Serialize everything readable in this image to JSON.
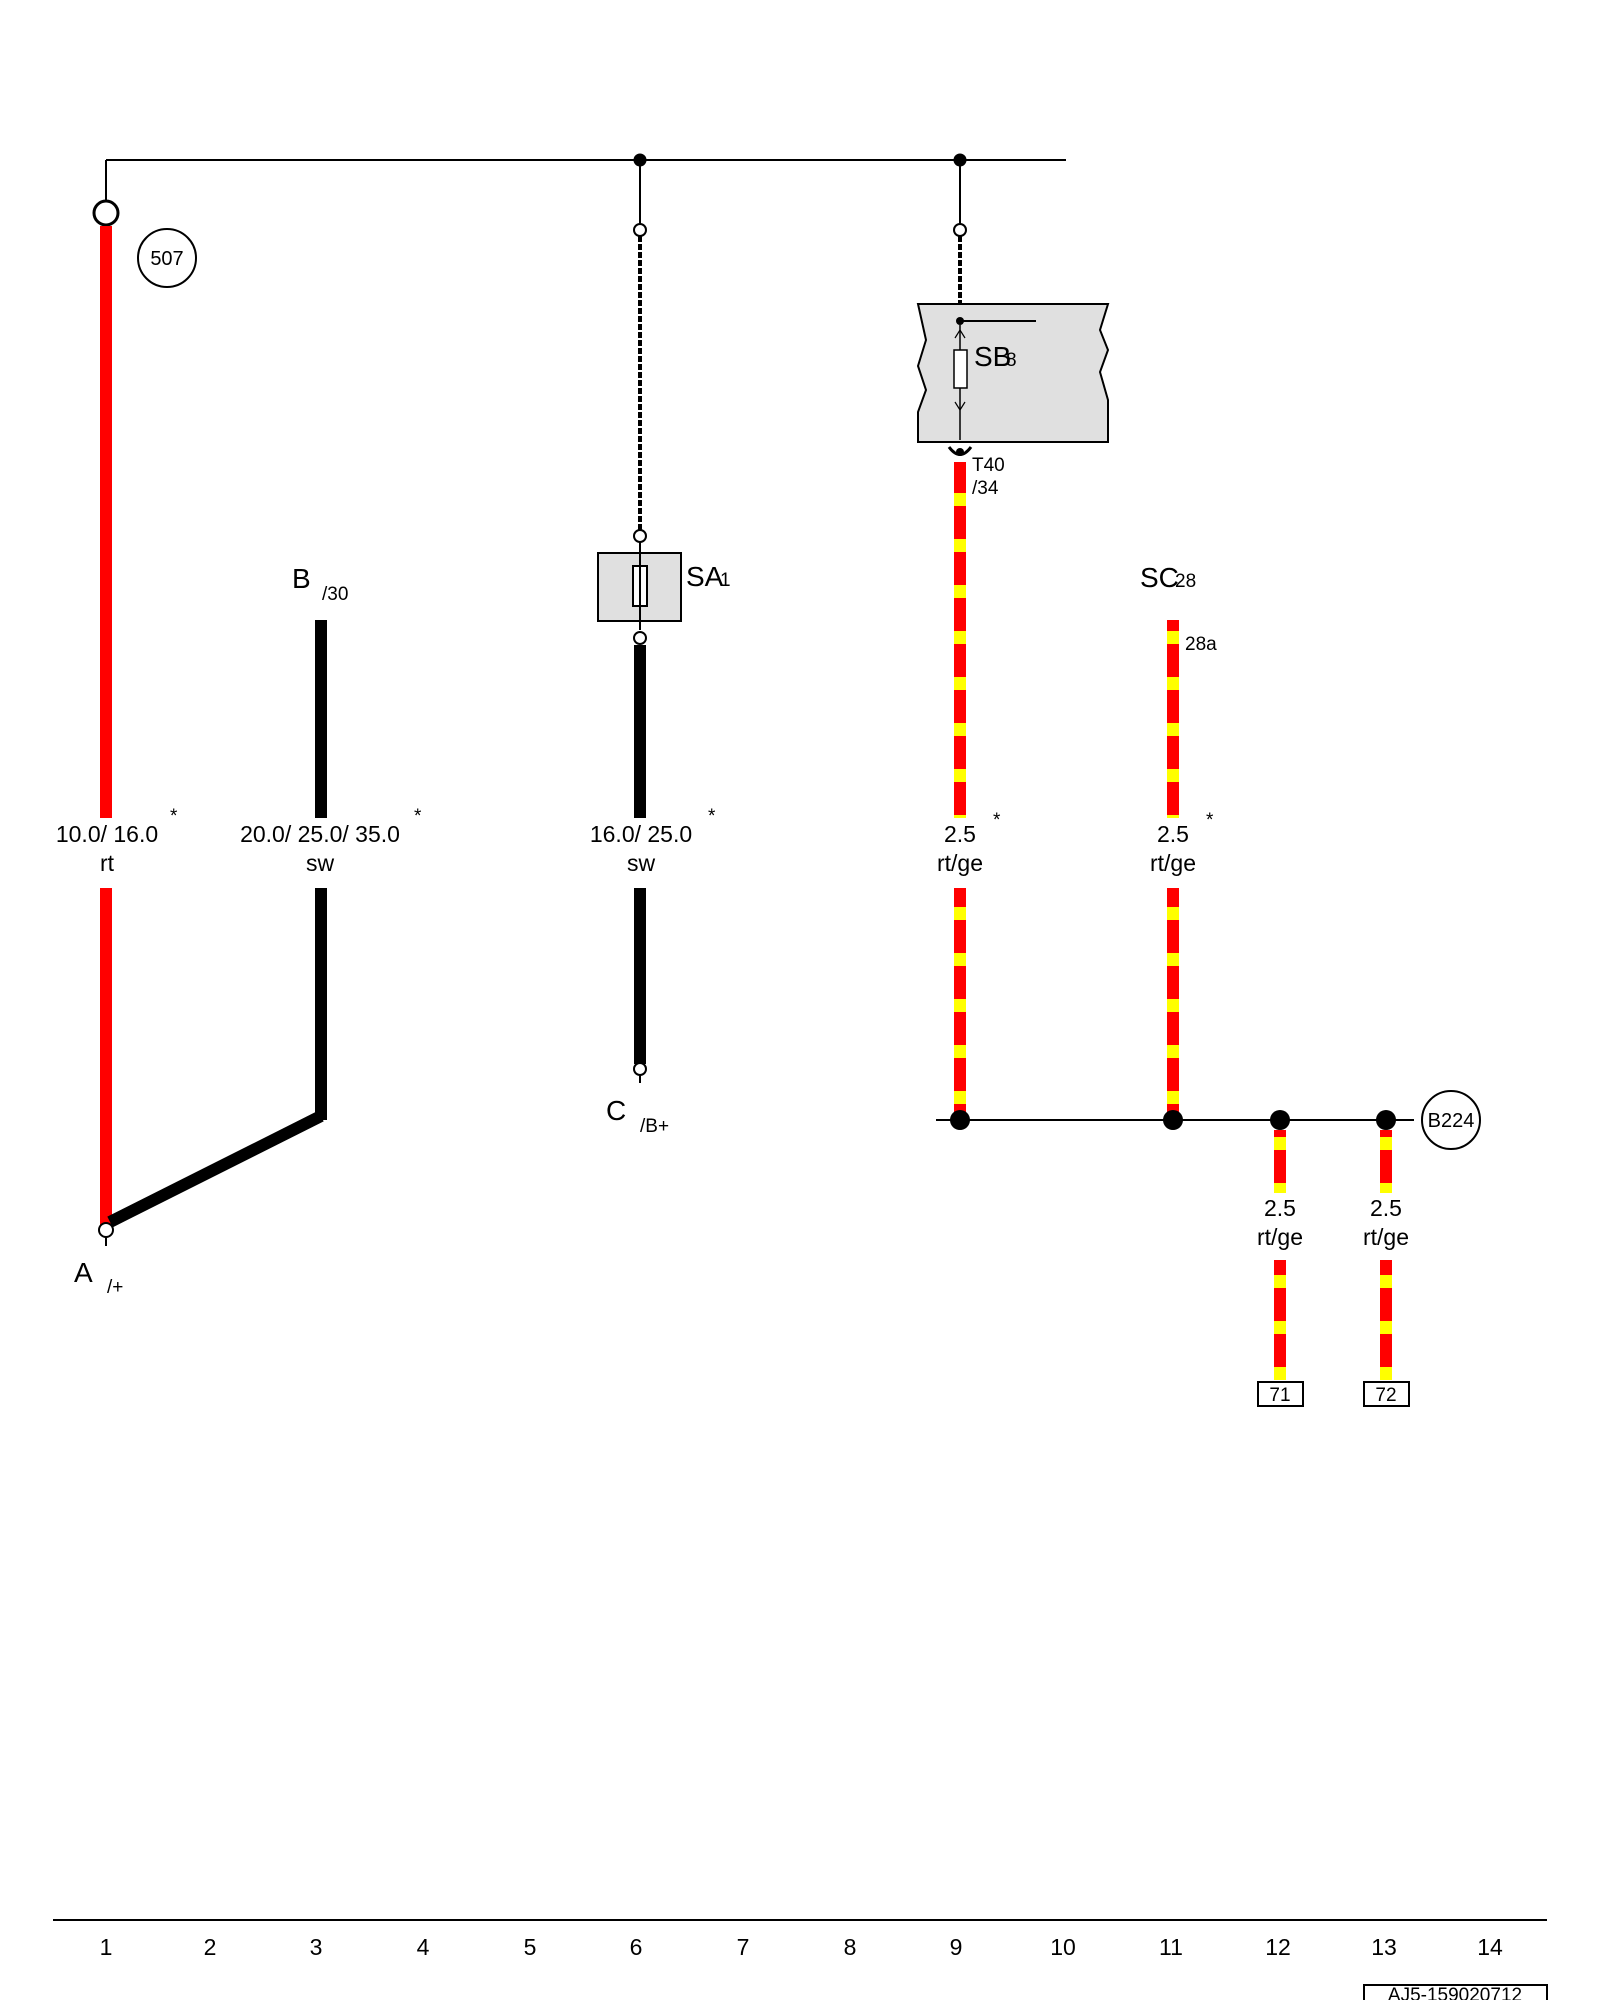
{
  "components": {
    "a_letter": "A",
    "a_sub": "/+",
    "b_letter": "B",
    "b_sub": "/30",
    "c_letter": "C",
    "c_sub": "/B+",
    "sa_name": "SA",
    "sa_num": "1",
    "sb_name": "SB",
    "sb_num": "8",
    "sc_name": "SC",
    "sc_num": "28",
    "sc_pin": "28a",
    "t40_name": "T40",
    "t40_pin": "/34"
  },
  "bubbles": {
    "ground": "507",
    "splice": "B224"
  },
  "wires": [
    {
      "size": "10.0/ 16.0",
      "color": "rt",
      "star": "*"
    },
    {
      "size": "20.0/ 25.0/ 35.0",
      "color": "sw",
      "star": "*"
    },
    {
      "size": "16.0/ 25.0",
      "color": "sw",
      "star": "*"
    },
    {
      "size": "2.5",
      "color": "rt/ge",
      "star": "*"
    },
    {
      "size": "2.5",
      "color": "rt/ge",
      "star": "*"
    },
    {
      "size": "2.5",
      "color": "rt/ge",
      "star": ""
    },
    {
      "size": "2.5",
      "color": "rt/ge",
      "star": ""
    }
  ],
  "refs": [
    "71",
    "72"
  ],
  "ruler": [
    "1",
    "2",
    "3",
    "4",
    "5",
    "6",
    "7",
    "8",
    "9",
    "10",
    "11",
    "12",
    "13",
    "14"
  ],
  "doc_id": "AJ5-159020712",
  "colors": {
    "red": "#ff0000",
    "yellow": "#ffff00",
    "black": "#000000",
    "box_fill": "#e0e0e0"
  }
}
